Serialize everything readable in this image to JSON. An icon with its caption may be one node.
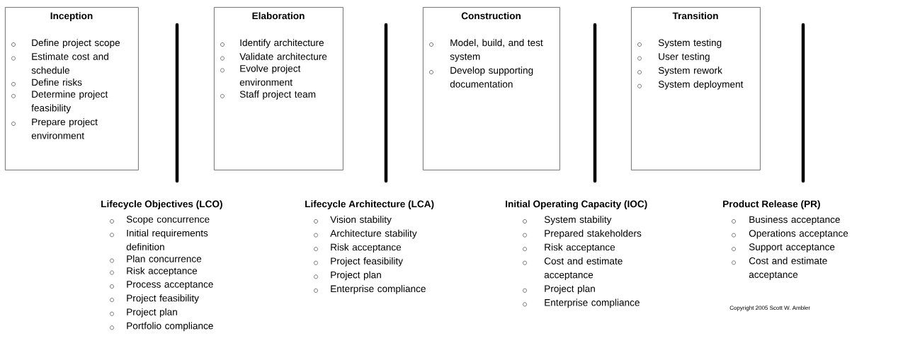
{
  "diagram": {
    "nodes": [
      {
        "text": [
          "Inception",
          "Define project scope",
          "Estimate cost and schedule",
          "Define risks",
          "Determine project feasibility",
          "Prepare project environment"
        ]
      },
      {
        "text": [
          "Elaboration",
          "Identify architecture",
          "Validate architecture",
          "Evolve project environment",
          "Staff project team"
        ]
      },
      {
        "text": [
          "Construction",
          "Model, build, and test system",
          "Develop supporting documentation"
        ]
      },
      {
        "text": [
          "Transition",
          "System testing",
          "User testing",
          "System rework",
          "System deployment"
        ]
      }
    ],
    "labels": [
      "Lifecycle Objectives (LCO)",
      "Scope concurrence",
      "Initial requirements definition",
      "Plan concurrence",
      "Risk acceptance",
      "Process acceptance",
      "Project feasibility",
      "Project plan",
      "Portfolio compliance",
      "Lifecycle Architecture (LCA)",
      "Vision stability",
      "Architecture stability",
      "Risk acceptance",
      "Project feasibility",
      "Project plan",
      "Enterprise compliance",
      "Initial Operating Capacity (IOC)",
      "System stability",
      "Prepared stakeholders",
      "Risk acceptance",
      "Cost and estimate acceptance",
      "Project plan",
      "Enterprise compliance",
      "Product Release (PR)",
      "Business acceptance",
      "Operations acceptance",
      "Support acceptance",
      "Cost and estimate acceptance",
      "Copyright 2005 Scott W. Ambler"
    ]
  }
}
